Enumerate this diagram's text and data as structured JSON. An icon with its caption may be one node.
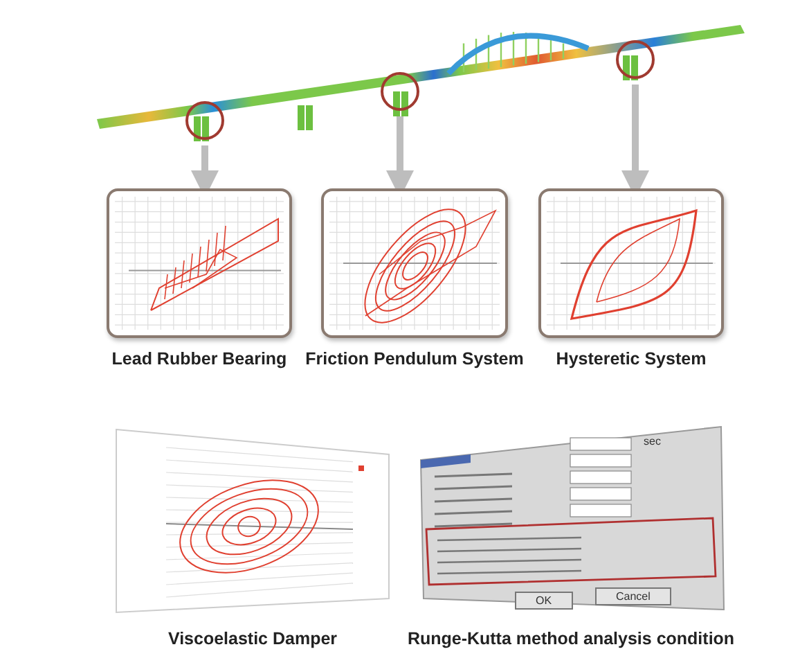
{
  "diagram": {
    "nodes": [
      {
        "text": [],
        "shape": "circle"
      },
      {
        "text": [],
        "shape": "circle"
      },
      {
        "text": [],
        "shape": "circle"
      },
      {
        "text": [
          "Lead Rubber Bearing"
        ]
      },
      {
        "text": [
          "Friction Pendulum System"
        ]
      },
      {
        "text": [
          "Hysteretic System"
        ]
      },
      {
        "text": [
          "Viscoelastic Damper"
        ]
      },
      {
        "text": [
          "Runge-Kutta method analysis condition"
        ]
      }
    ],
    "edges": [
      {
        "from": 0,
        "to": 3,
        "arrow": "to"
      },
      {
        "from": 1,
        "to": 4,
        "arrow": "to"
      },
      {
        "from": 2,
        "to": 5,
        "arrow": "to"
      }
    ],
    "labels": [
      "sec",
      "OK",
      "Cancel"
    ]
  }
}
